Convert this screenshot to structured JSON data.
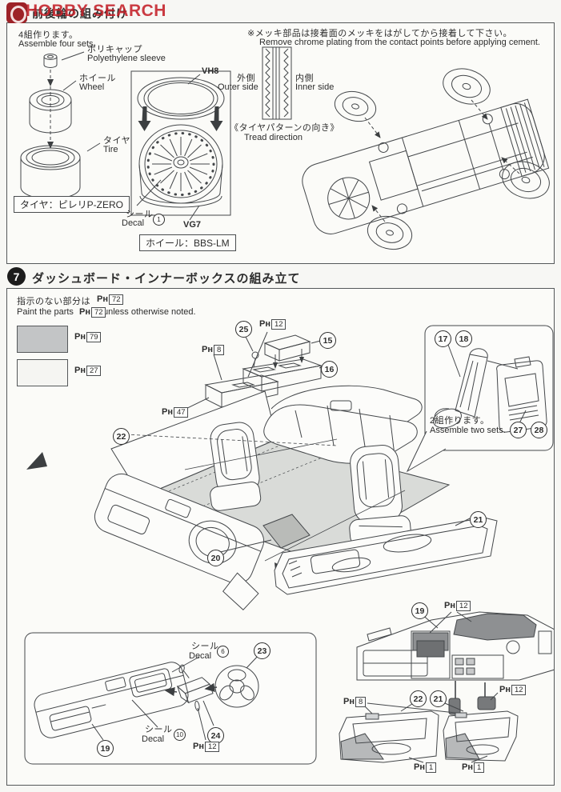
{
  "watermark": {
    "brand": "HOBBY SEARCH"
  },
  "step6": {
    "title": "前後輪の組み付け",
    "assemble_jp": "4組作ります。",
    "assemble_en": "Assemble four sets.",
    "polycap_jp": "ポリキャップ",
    "polycap_en": "Polyethylene sleeve",
    "wheel_jp": "ホイール",
    "wheel_en": "Wheel",
    "tire_jp": "タイヤ",
    "tire_en": "Tire",
    "tire_brand": "タイヤ：ピレリP-ZERO",
    "vh8": "VH8",
    "vg7": "VG7",
    "decal_jp": "シール",
    "decal_en": "Decal",
    "decal_num": "1",
    "wheel_brand": "ホイール：BBS-LM",
    "chrome_note_jp": "※メッキ部品は接着面のメッキをはがしてから接着して下さい。",
    "chrome_note_en": "Remove chrome plating from the contact points before applying cement.",
    "outer_jp": "外側",
    "outer_en": "Outer side",
    "inner_jp": "内側",
    "inner_en": "Inner side",
    "tread_jp": "《タイヤパターンの向き》",
    "tread_en": "Tread direction"
  },
  "step7": {
    "number": "7",
    "title": "ダッシュボード・インナーボックスの組み立て",
    "paint_note_jp": "指示のない部分は",
    "paint_note_en_1": "Paint the parts",
    "paint_note_en_2": "unless otherwise noted.",
    "sets_note_jp": "2組作ります。",
    "sets_note_en": "Assemble two sets.",
    "decal6_jp": "シール",
    "decal6_en": "Decal",
    "decal6_num": "6",
    "decal10_jp": "シール",
    "decal10_en": "Decal",
    "decal10_num": "10"
  },
  "paint": {
    "prefix": "Pʜ",
    "p1": "1",
    "p8": "8",
    "p12": "12",
    "p27": "27",
    "p47": "47",
    "p72": "72",
    "p79": "79"
  },
  "callouts": {
    "c15": "15",
    "c16": "16",
    "c17": "17",
    "c18": "18",
    "c19": "19",
    "c20": "20",
    "c21": "21",
    "c22": "22",
    "c23": "23",
    "c24": "24",
    "c25": "25",
    "c27": "27",
    "c28": "28"
  },
  "colors": {
    "watermark_red": "#c0272d",
    "swatch_gray": "#c3c5c6",
    "swatch_white": "#f5f5f2",
    "line": "#44474a",
    "floor_gray": "#d9dbd8",
    "dark_gray": "#8e9092"
  }
}
